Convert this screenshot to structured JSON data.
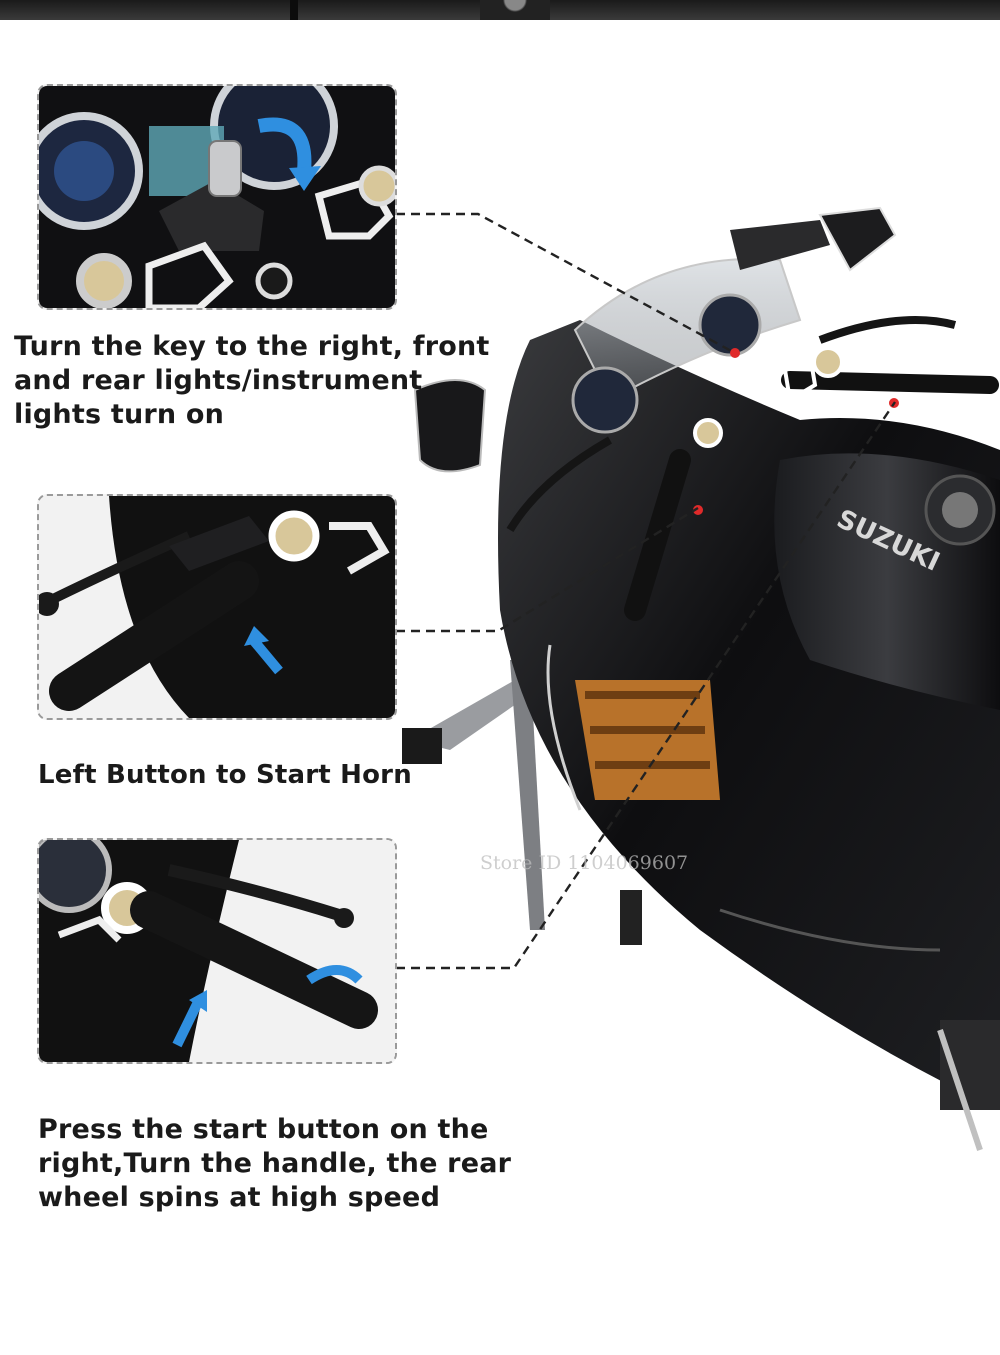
{
  "captions": {
    "key": "Turn the key to the right, front\nand rear lights/instrument\nlights turn on",
    "horn": "Left Button to Start Horn",
    "throttle": "Press the start button on the\nright,Turn the handle, the rear\nwheel spins at high speed"
  },
  "brand_logo": "SUZUKI",
  "watermark": "Store ID 1104069607",
  "colors": {
    "body": "#0f0f10",
    "accent": "#ffffff",
    "frame_orange": "#b8722a",
    "arrow_blue": "#2f8fe0",
    "marker_red": "#e02a2a"
  }
}
